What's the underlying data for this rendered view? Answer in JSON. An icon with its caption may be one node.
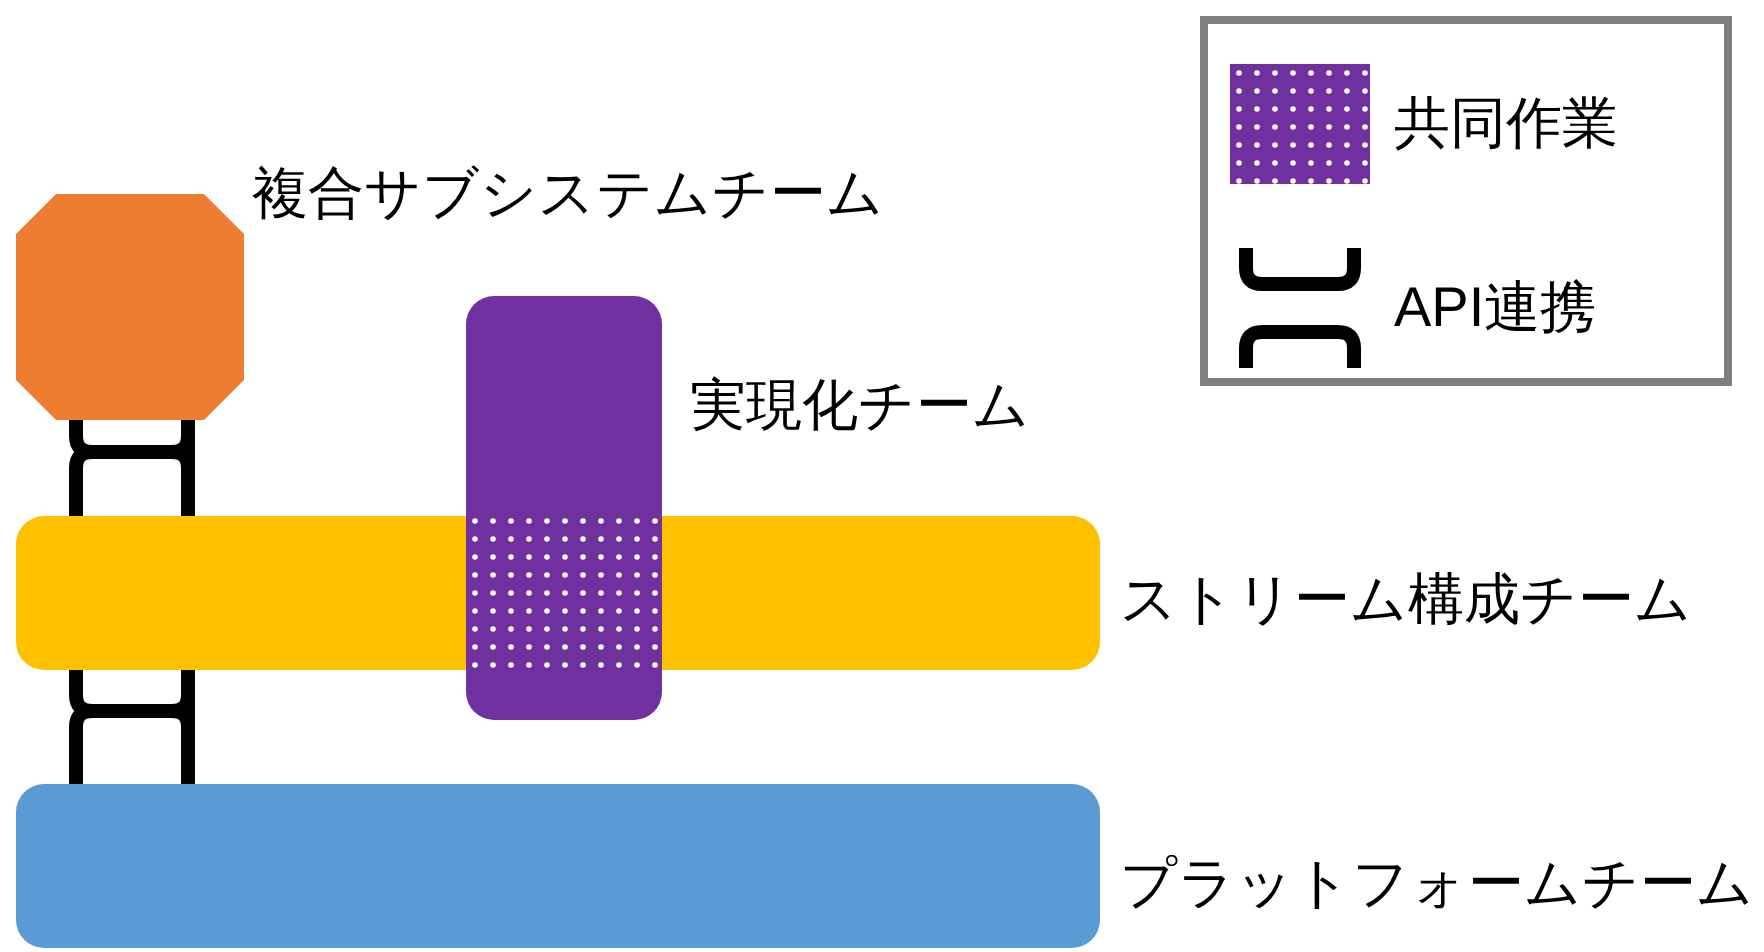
{
  "diagram": {
    "nodes": [
      {
        "text": [
          "複合サブシステムチーム"
        ]
      },
      {
        "text": [
          "実現化チーム"
        ]
      },
      {
        "text": [
          "ストリーム構成チーム"
        ]
      },
      {
        "text": [
          "プラットフォームチーム"
        ]
      }
    ],
    "edges": [
      {
        "from": 0,
        "to": 2,
        "arrow": "none"
      },
      {
        "from": 2,
        "to": 3,
        "arrow": "none"
      }
    ],
    "legend": [
      {
        "text": "共同作業",
        "color": "#7030a0"
      },
      {
        "text": "API連携"
      }
    ]
  }
}
